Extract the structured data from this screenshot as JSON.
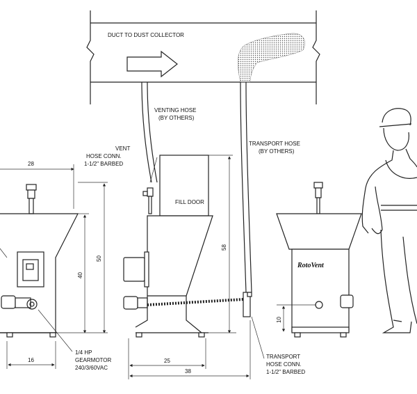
{
  "labels": {
    "duct": "DUCT TO DUST COLLECTOR",
    "venting_hose_1": "VENTING HOSE",
    "venting_hose_2": "(BY OTHERS)",
    "vent_hose_1": "VENT",
    "vent_hose_2": "HOSE CONN.",
    "vent_hose_3": "1-1/2\" BARBED",
    "fill_door": "FILL DOOR",
    "transport_hose_1": "TRANSPORT HOSE",
    "transport_hose_2": "(BY OTHERS)",
    "gearmotor_1": "1/4 HP",
    "gearmotor_2": "GEARMOTOR",
    "gearmotor_3": "240/3/60VAC",
    "transport_conn_1": "TRANSPORT",
    "transport_conn_2": "HOSE CONN.",
    "transport_conn_3": "1-1/2\" BARBED",
    "logo": "RotoVent"
  },
  "dimensions": {
    "width_top": "28",
    "height_50": "50",
    "height_40": "40",
    "height_58": "58",
    "base_16": "16",
    "base_25": "25",
    "base_38": "38",
    "height_10": "10"
  }
}
